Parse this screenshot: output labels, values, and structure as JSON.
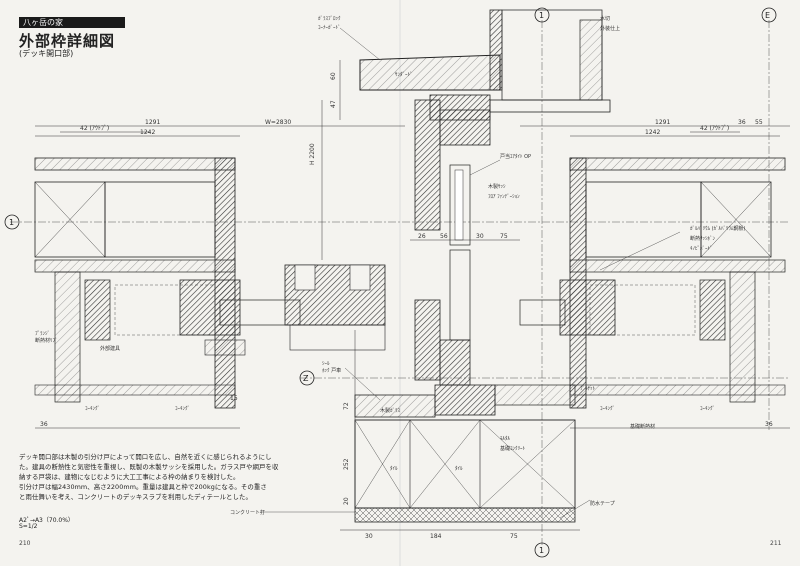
{
  "header": {
    "tag": "八ヶ岳の家",
    "title": "外部枠詳細図",
    "subtitle": "(デッキ開口部)"
  },
  "description": {
    "line1": "デッキ開口部は木製の引分け戸によって開口を広し、自然を近くに感じられるようにし",
    "line2": "た。建具の断熱性と気密性を重視し、既製の木製サッシを採用した。ガラス戸や網戸を収",
    "line3": "納する戸袋は、建物になじむように大工工事による枠の納まりを検討した。",
    "line4": "引分け戸は幅2430mm、高さ2200mm。重量は建具と枠で200kgになる。その重さ",
    "line5": "と雨仕舞いを考え、コンクリートのデッキスラブを利用したディテールとした。"
  },
  "scale": {
    "paper": "A2ﾟ→A3（70.0%）",
    "ratio": "S=1/2"
  },
  "pages": {
    "left": "210",
    "right": "211"
  },
  "grid": {
    "g1": "1",
    "gE": "E",
    "g1left": "1",
    "gZ": "Z"
  },
  "dims": {
    "d1291a": "1291",
    "d1242a": "1242",
    "dW2830": "W=2830",
    "d1291b": "1291",
    "d1242b": "1242",
    "d42a": "42 (ｱｳﾄﾌﾞ)",
    "d42b": "42 (ｱｳﾄﾌﾞ)",
    "dH2200": "H 2200",
    "d26": "26",
    "d56": "56",
    "d30": "30",
    "d75": "75",
    "d36a": "36",
    "d36b": "36",
    "d36c": "36",
    "d55": "55",
    "d184": "184",
    "d30b": "30",
    "d72": "72",
    "d252": "252",
    "d20": "20",
    "d60": "60",
    "d47": "47",
    "d15": "15"
  },
  "notes": {
    "n1": "ｶﾞﾗｽﾌﾞﾛｯｸ",
    "n2": "ｺｰﾅｰｶﾞｰﾄﾞ",
    "n3": "ｻﾝﾀﾞｰﾄﾞ",
    "n4": "戸当ｴｱﾀｲﾄ OP",
    "n5": "木製ｻｯｼ",
    "n6": "ﾌﾛｱ ﾌｧﾝﾃﾞｰｼｮﾝ",
    "n7": "ｺｰｷﾝｸﾞ",
    "n8": "ｺｰｷﾝｸﾞ",
    "n9": "ｺｰｷﾝｸﾞ",
    "n10": "ｺｰｷﾝｸﾞ",
    "n11": "ﾌﾟﾗﾝｼﾞ",
    "n12": "断熱材ﾘﾌﾞ",
    "n13": "ｷﾉﾋﾟﾎﾞｰﾄﾞ",
    "n14": "基礎断熱材",
    "n15": "ｼｰﾙ",
    "n16": "ﾎｯｸ 戸車",
    "n17": "木製ｶﾞﾗｽ",
    "n18": "ﾌﾞﾗｹｯﾄ",
    "n19": "外部建具",
    "n20": "ﾀｲﾙ",
    "n21": "ﾀｲﾙ",
    "n22": "ﾓﾙﾀﾙ",
    "n23": "基礎ｺﾝｸﾘｰﾄ",
    "n24": "ｶﾞﾙﾊﾞﾘｳﾑ (ｶﾞﾙﾊﾞﾘｳﾑ鋼板)",
    "n25": "断熱ｻｯｼﾎﾞﾝ",
    "n26": "防水テープ",
    "n27": "水切",
    "n28": "外装仕上",
    "n29": "コンクリート打"
  }
}
